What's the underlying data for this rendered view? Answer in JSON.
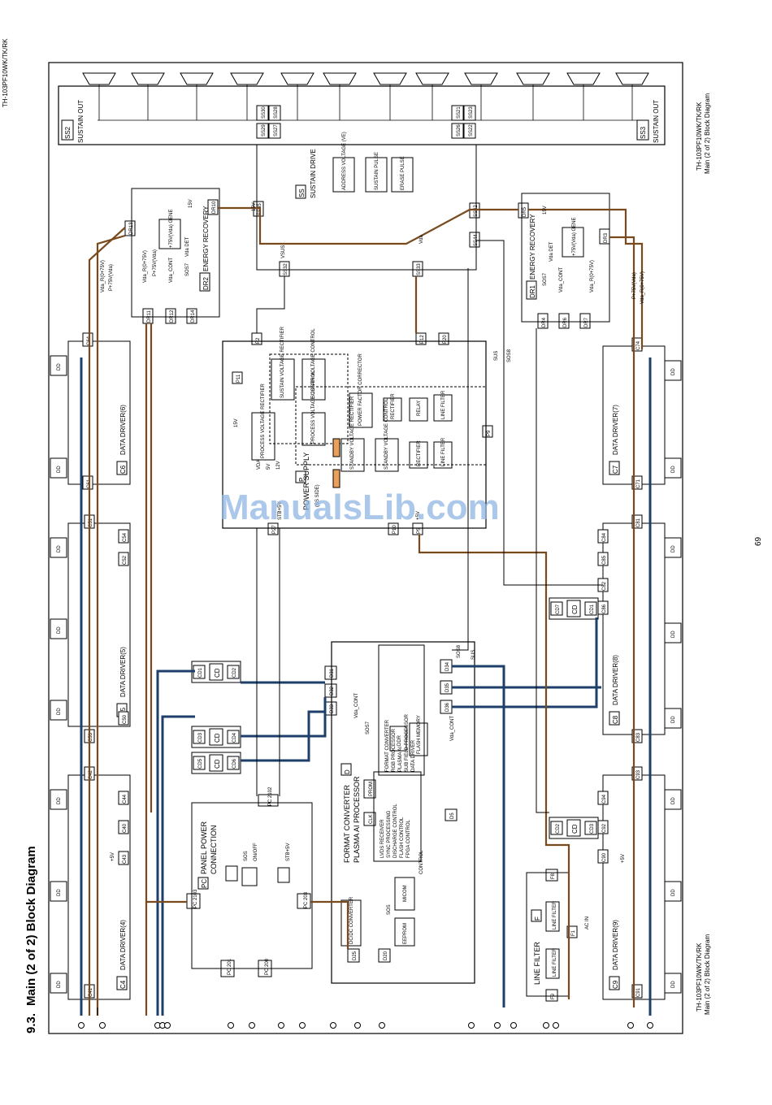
{
  "page": {
    "header_model": "TH-103PF10WK/TK/RK",
    "section_number": "9.3.",
    "title": "Main (2 of 2) Block Diagram",
    "side_model": "TH-103PF10WK/TK/RK",
    "side_title": "Main (2 of 2) Block Diagram",
    "page_number": "69",
    "watermark": "ManualsLib.com"
  },
  "blocks": {
    "ss2": {
      "tag": "SS2",
      "name": "SUSTAIN OUT"
    },
    "ss3": {
      "tag": "SS3",
      "name": "SUSTAIN OUT"
    },
    "ss": {
      "tag": "SS",
      "name": "SUSTAIN DRIVE"
    },
    "dr2": {
      "tag": "DR2",
      "name": "ENERGY RECOVERY"
    },
    "dr1": {
      "tag": "DR1",
      "name": "ENERGY RECOVERY"
    },
    "p": {
      "tag": "P",
      "name": "POWER SUPPLY",
      "sub": "(SS SIDE)"
    },
    "d": {
      "tag": "D",
      "name": "FORMAT CONVERTER",
      "name2": "PLASMA AI PROCESSOR"
    },
    "pc": {
      "tag": "PC",
      "name": "PANEL POWER",
      "name2": "CONNECTION"
    },
    "f": {
      "tag": "F",
      "name": "LINE FILTER"
    },
    "c4": {
      "tag": "C4",
      "name": "DATA DRIVER(4)"
    },
    "c5": {
      "tag": "C5",
      "name": "DATA DRIVER(5)"
    },
    "c6": {
      "tag": "C6",
      "name": "DATA DRIVER(6)"
    },
    "c7": {
      "tag": "C7",
      "name": "DATA DRIVER(7)"
    },
    "c8": {
      "tag": "C8",
      "name": "DATA DRIVER(8)"
    },
    "c9": {
      "tag": "C9",
      "name": "DATA DRIVER(9)"
    },
    "cd": {
      "tag": "CD"
    }
  },
  "labels": {
    "ss_sub": [
      "ADDRESS VOLTAGE (VE)",
      "SUSTAIN PULSE",
      "ERASE PULSE"
    ],
    "p_sub": [
      "SUSTAIN VOLTAGE RECTIFIER",
      "SUSTAIN VOLTAGE CONTROL",
      "PROCESS VOLTAGE RECTIFIER",
      "PROCESS VOLTAGE CONTROL",
      "POWER FACTOR CORRECTOR",
      "RECTIFIER",
      "RELAY",
      "LINE FILTER",
      "STANDBY VOLTAGE RECTIFIER",
      "STANDBY VOLTAGE CONTROL",
      "RECTIFIER",
      "LINE FILTER"
    ],
    "d_sub": [
      "FORMAT CONVERTER",
      "RGB PROCESSOR",
      "PLASMA AI",
      "SUB FIELD PROCESSOR",
      "DATA DRIVER"
    ],
    "d_sub2": [
      "LVDS RECEIVER",
      "SYNC PROCESSING",
      "DISCHARGE CONTROL",
      "FLASH CONTROL",
      "FPGA CONTROL"
    ],
    "d_mem": [
      "DDR",
      "FLASH MEMORY",
      "PROM",
      "CLK"
    ],
    "d_misc": [
      "DC/DC CONVERTER",
      "MICOM",
      "EEPROM",
      "SOS",
      "CONTROL"
    ],
    "dr_sub": [
      "+75V(Vda) GENE",
      "Vda DET"
    ],
    "dr_sig": [
      "Vda_CONT",
      "SOS7",
      "Vda_R(0+75V)",
      "P+75V(Vda)"
    ],
    "pc_sig": [
      "SOS",
      "ON/OFF",
      "STB+5V",
      "+5V",
      "Vda"
    ],
    "f_sub": [
      "LINE FILTER",
      "LINE FILTER",
      "AC IN"
    ],
    "volt": [
      "15V",
      "VSUS",
      "Vda",
      "STB+5V",
      "+5V",
      "5V",
      "12V",
      "VDA"
    ],
    "dd": "DD",
    "wires": [
      "SOS8",
      "SUS",
      "SUS"
    ]
  },
  "connectors": {
    "ss_top": [
      "SS30",
      "SS28",
      "SS29",
      "SS27",
      "SS21",
      "SS23",
      "SS26",
      "SS22"
    ],
    "misc": [
      "SS35",
      "SS32",
      "SS33",
      "SS42",
      "SS44",
      "P2",
      "P11",
      "P12",
      "P20",
      "P27",
      "P9",
      "P5",
      "P8",
      "P10"
    ],
    "dr": [
      "DR10",
      "DR13",
      "DR11",
      "DR12",
      "DR14",
      "DR5",
      "DR3",
      "DR4",
      "DR6",
      "DR7"
    ],
    "data": [
      "C64",
      "C61",
      "C51",
      "C53",
      "C54",
      "C52",
      "C50",
      "C43",
      "C44",
      "C42",
      "C41",
      "C40",
      "C74",
      "C71",
      "C81",
      "C84",
      "C85",
      "C82",
      "C86",
      "C83",
      "C94",
      "C92",
      "C93",
      "C91",
      "C90"
    ],
    "cd": [
      "CD1",
      "CD2",
      "CD3",
      "CD4",
      "CD5",
      "CD6",
      "CD7"
    ],
    "d": [
      "D31",
      "D32",
      "D33",
      "D34",
      "D35",
      "D36",
      "D5",
      "D25",
      "D20"
    ],
    "pc": [
      "PC 2102",
      "PC 2103",
      "PC 201",
      "PC 200",
      "PC 203"
    ],
    "f": [
      "F8",
      "F9",
      "F1"
    ]
  }
}
